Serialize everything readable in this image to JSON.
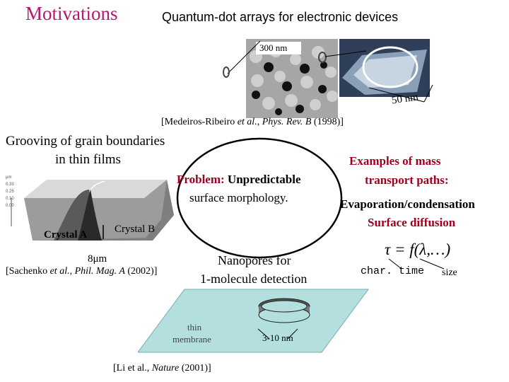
{
  "slide": {
    "title": "Motivations",
    "subtitle": "Quantum-dot arrays for electronic devices"
  },
  "qd": {
    "scale_300": "300 nm",
    "scale_50": "50 nm",
    "ref_prefix": "[Medeiros-Ribeiro ",
    "ref_etal": "et al.",
    "ref_mid": ", ",
    "ref_journal": "Phys. Rev. B",
    "ref_suffix": " (1998)]"
  },
  "grooving": {
    "heading_line1": "Grooving of grain boundaries",
    "heading_line2": "in thin films",
    "crystal_a": "Crystal A",
    "crystal_b": "Crystal B",
    "scale": "8μm",
    "ref_prefix": "[Sachenko ",
    "ref_etal": "et al.",
    "ref_mid": ", ",
    "ref_journal": "Phil. Mag. A",
    "ref_suffix": " (2002)]",
    "axis_unit": "μm",
    "axis_ticks": [
      "0.33",
      "0.25",
      "0.10",
      "0.00"
    ]
  },
  "problem": {
    "label": "Problem:",
    "text_line1": " Unpredictable",
    "text_line2": "surface morphology."
  },
  "transport": {
    "heading_line1": "Examples of mass",
    "heading_line2": "transport paths:",
    "item1": "Evaporation/condensation",
    "item2": "Surface diffusion",
    "formula": "τ = f(λ,…)",
    "char_time": "char. time",
    "size": "size"
  },
  "nanopores": {
    "line1": "Nanopores for",
    "line2": "1-molecule detection",
    "membrane_line1": "thin",
    "membrane_line2": "membrane",
    "pore_size": "3-10 nm",
    "ref_prefix": "[Li et al., ",
    "ref_journal": "Nature",
    "ref_suffix": " (2001)]"
  }
}
